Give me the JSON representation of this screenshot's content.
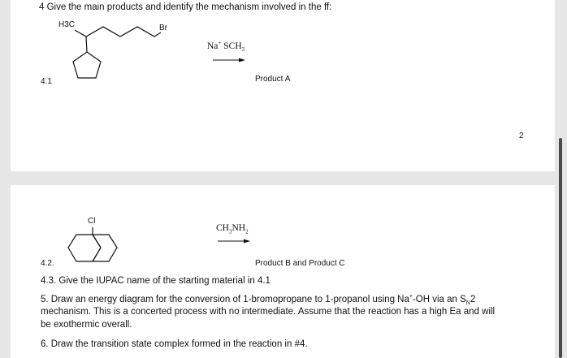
{
  "page1": {
    "question4": "4 Give the main products and identify the mechanism involved in the ff:",
    "label_h3c": "H3C",
    "label_br": "Br",
    "label_41": "4.1",
    "reagent1": {
      "na": "Na",
      "sup": "+",
      "dash": " ",
      "sch": "SCH",
      "sub": "3"
    },
    "productA": "Product A",
    "page_number": "2"
  },
  "page2": {
    "label_cl": "Cl",
    "reagent2": {
      "ch": "CH",
      "sub1": "3",
      "nh": "NH",
      "sub2": "2"
    },
    "label_42": "4.2.",
    "productBC": "Product B and Product C",
    "q43": "4.3. Give the IUPAC name of the starting material in 4.1",
    "q5_line1": "5. Draw an energy diagram for the conversion of 1-bromopropane to 1-propanol using Na",
    "q5_line1_sup": "+",
    "q5_line1_rest": "-OH via an S",
    "q5_line1_sub": "N",
    "q5_line1_end": "2",
    "q5_line2": "mechanism. This is a concerted process with no intermediate. Assume that the reaction has a high Ea and will",
    "q5_line3": "be exothermic overall.",
    "q6": "6. Draw the transition state complex formed in the reaction in #4."
  }
}
